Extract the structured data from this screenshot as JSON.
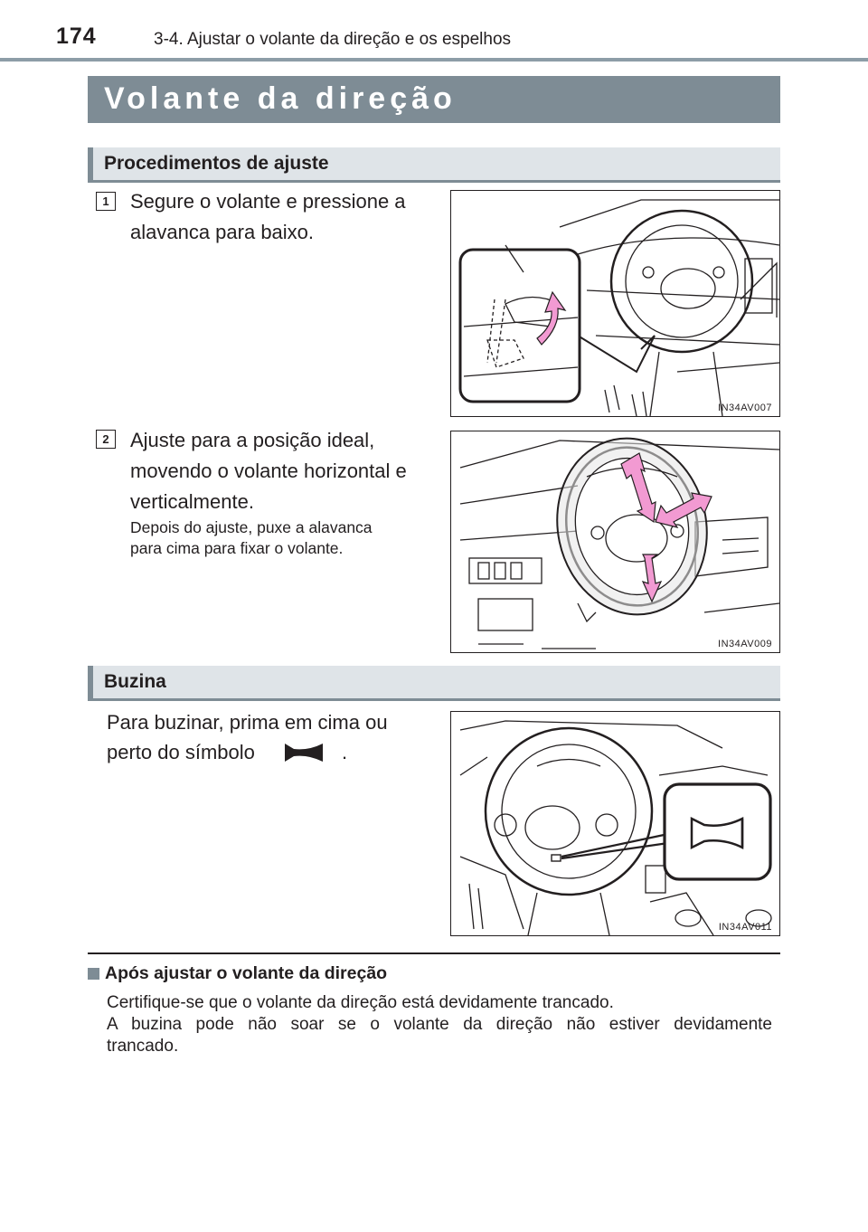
{
  "header": {
    "page_number": "174",
    "chapter": "3-4. Ajustar o volante da direção e os espelhos"
  },
  "title": "Volante da direção",
  "sections": {
    "adjust": {
      "heading": "Procedimentos de ajuste",
      "step1": {
        "number": "1",
        "text_l1": "Segure o volante e pressione a",
        "text_l2": "alavanca para baixo.",
        "figure_code": "IN34AV007"
      },
      "step2": {
        "number": "2",
        "text_l1": "Ajuste para a posição ideal,",
        "text_l2": "movendo o volante horizontal e",
        "text_l3": "verticalmente.",
        "note_l1": "Depois do ajuste, puxe a alavanca",
        "note_l2": "para cima para fixar o volante.",
        "figure_code": "IN34AV009"
      }
    },
    "horn": {
      "heading": "Buzina",
      "text_l1": "Para buzinar, prima em cima ou",
      "text_l2": "perto do símbolo",
      "text_end": ".",
      "figure_code": "IN34AV011"
    }
  },
  "note": {
    "title": "Após ajustar o volante da direção",
    "line1": "Certifique-se que o volante da direção está devidamente trancado.",
    "line2": "A buzina pode não soar se o volante da direção não estiver devidamente",
    "line3": "trancado."
  },
  "colors": {
    "title_bar": "#7e8c95",
    "subheading_bar": "#dfe4e8",
    "arrow_pink": "#f29ad2"
  },
  "icons": [
    "horn-icon"
  ]
}
